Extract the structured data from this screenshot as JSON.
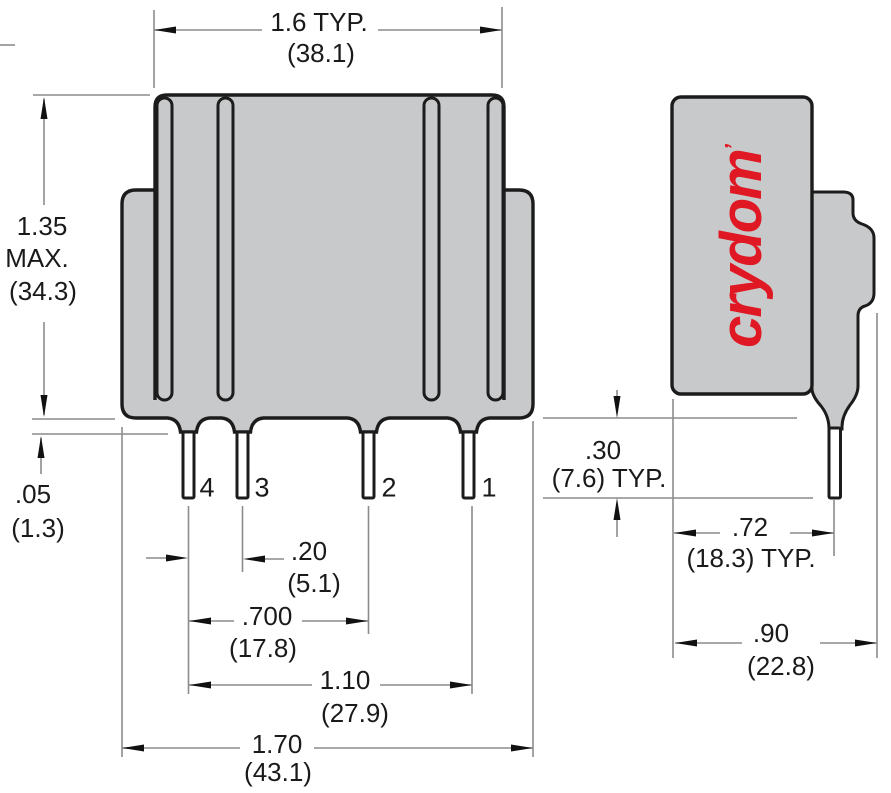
{
  "diagram": {
    "logo": {
      "text": "crydom",
      "mark": "’"
    },
    "front_view": {
      "pin_labels": [
        "4",
        "3",
        "2",
        "1"
      ]
    },
    "dimensions": {
      "top_width": {
        "primary": "1.6 TYP.",
        "metric": "(38.1)"
      },
      "body_height": {
        "primary": "1.35",
        "qualifier": "MAX.",
        "metric": "(34.3)"
      },
      "standoff": {
        "primary": ".05",
        "metric": "(1.3)"
      },
      "pin_pitch": {
        "primary": ".20",
        "metric": "(5.1)"
      },
      "pin_span_mid": {
        "primary": ".700",
        "metric": "(17.8)"
      },
      "pin_span_outer": {
        "primary": "1.10",
        "metric": "(27.9)"
      },
      "overall_width": {
        "primary": "1.70",
        "metric": "(43.1)"
      },
      "pin_length": {
        "primary": ".30",
        "metric": "(7.6) TYP."
      },
      "depth_body": {
        "primary": ".72",
        "metric": "(18.3) TYP."
      },
      "depth_overall": {
        "primary": ".90",
        "metric": "(22.8)"
      }
    },
    "colors": {
      "body_fill": "#c8c9ca",
      "outline": "#1c1c1c",
      "logo_red": "#e01823",
      "dim_line": "#8c8c8c",
      "arrow": "#111111",
      "text": "#1a1a1a"
    }
  }
}
